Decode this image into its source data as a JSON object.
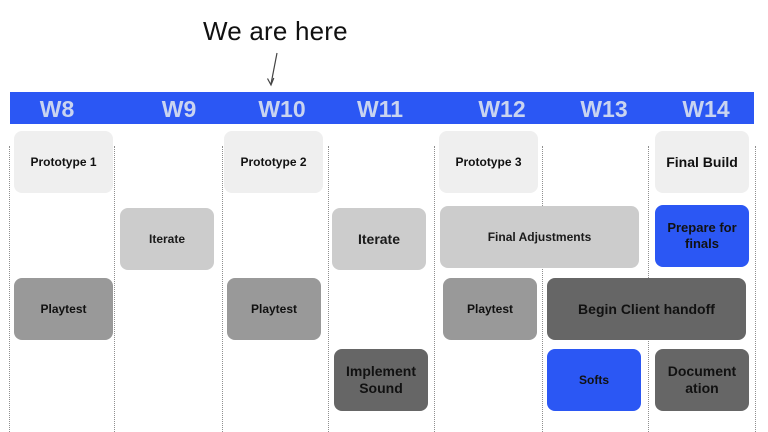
{
  "annotation": {
    "text": "We are here"
  },
  "weeks": [
    "W8",
    "W9",
    "W10",
    "W11",
    "W12",
    "W13",
    "W14"
  ],
  "tasks": {
    "prototype_1": "Prototype 1",
    "prototype_2": "Prototype 2",
    "prototype_3": "Prototype 3",
    "final_build": "Final Build",
    "iterate_w9": "Iterate",
    "iterate_w11": "Iterate",
    "final_adjustments": "Final Adjustments",
    "prepare_for_finals": "Prepare for finals",
    "playtest_w8": "Playtest",
    "playtest_w10": "Playtest",
    "playtest_w12": "Playtest",
    "begin_client_handoff": "Begin Client handoff",
    "implement_sound": "Implement Sound",
    "softs": "Softs",
    "documentation": "Document ation"
  },
  "colors": {
    "header_blue": "#2b57f4",
    "week_label": "#c9d4f0",
    "prototype_gray": "#efefef",
    "iterate_gray": "#cccccc",
    "playtest_gray": "#999999",
    "dark_gray": "#666666",
    "highlight_blue": "#2b57f4"
  }
}
